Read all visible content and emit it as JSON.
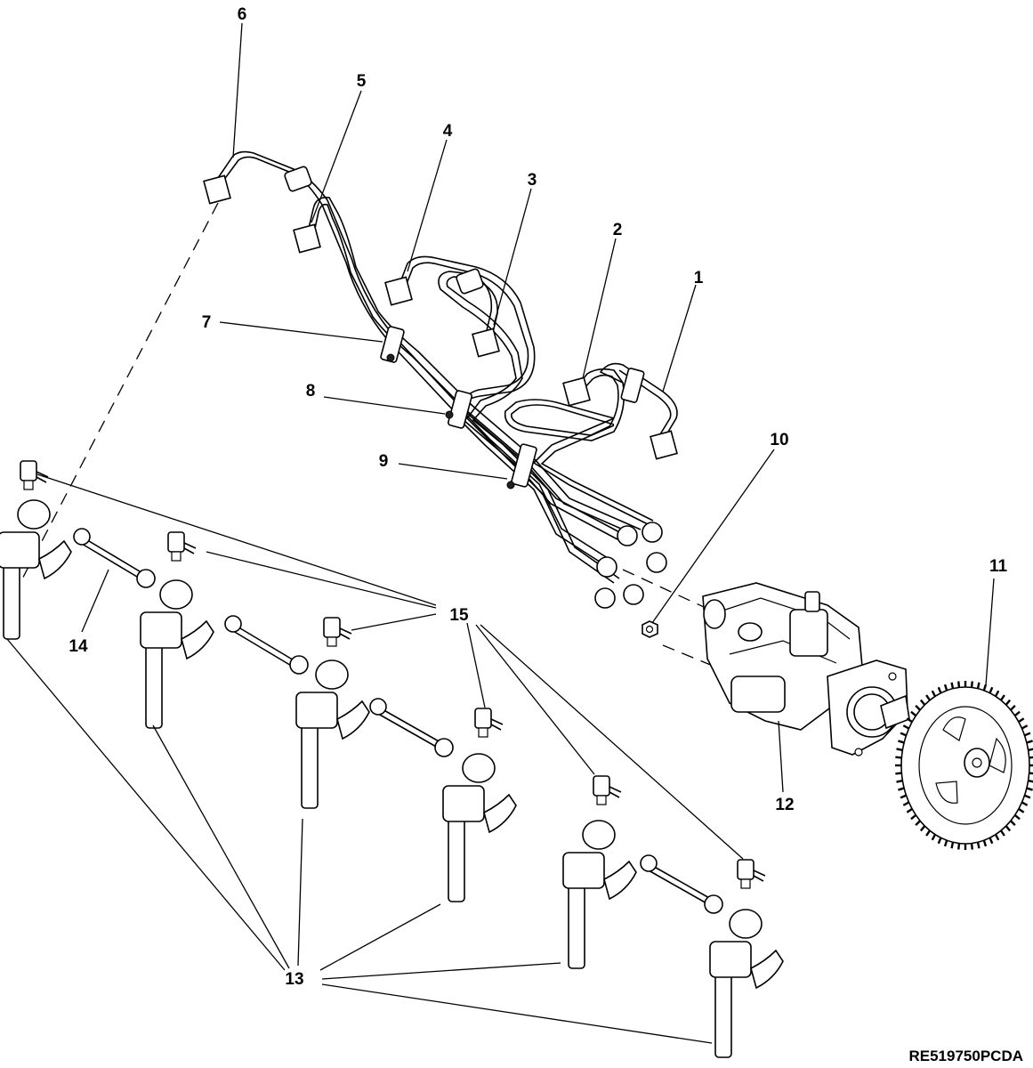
{
  "callouts": [
    "1",
    "2",
    "3",
    "4",
    "5",
    "6",
    "7",
    "8",
    "9",
    "10",
    "11",
    "12",
    "13",
    "14",
    "15"
  ],
  "drawing_code": "RE519750PCDA"
}
